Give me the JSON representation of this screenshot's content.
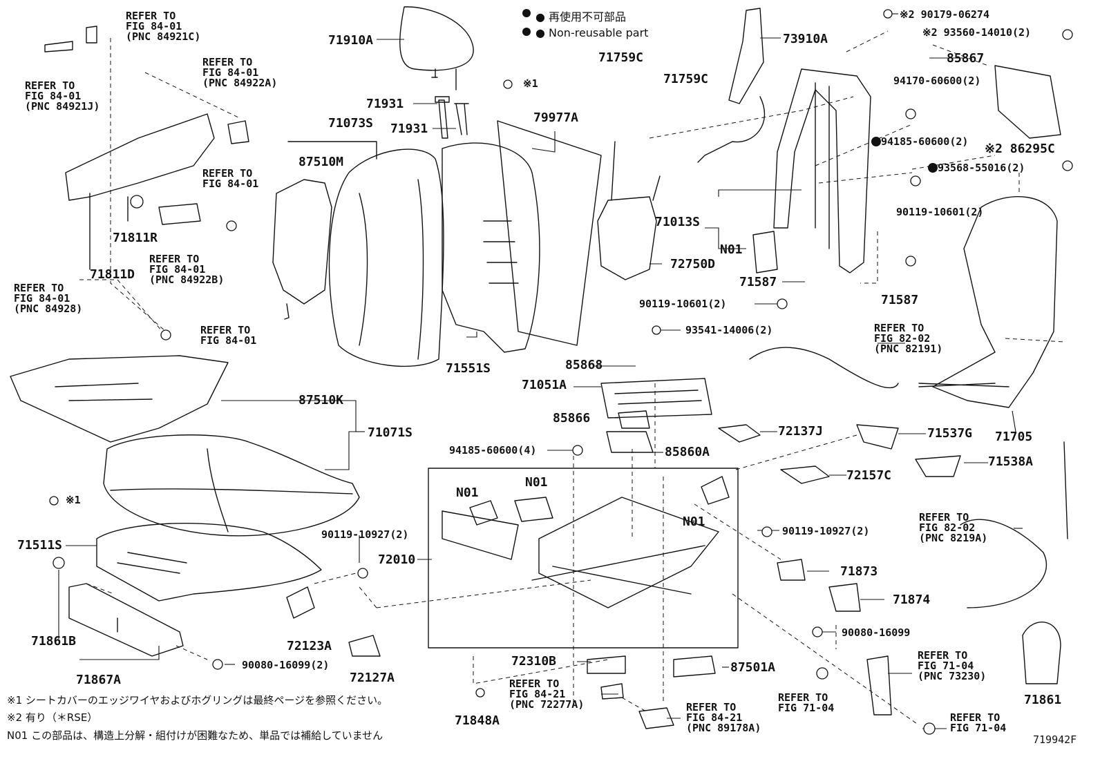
{
  "legend": {
    "jp": "● 再使用不可部品",
    "en": "● Non-reusable part"
  },
  "figure_id": "719942F",
  "refs": {
    "r1": "REFER TO\nFIG 84-01\n(PNC 84921C)",
    "r2": "REFER TO\nFIG 84-01\n(PNC 84921J)",
    "r3": "REFER TO\nFIG 84-01\n(PNC 84922A)",
    "r4": "REFER TO\nFIG 84-01",
    "r5": "REFER TO\nFIG 84-01\n(PNC 84922B)",
    "r6": "REFER TO\nFIG 84-01\n(PNC 84928)",
    "r7": "REFER TO\nFIG 84-01",
    "r8": "REFER TO\nFIG 82-02\n(PNC 82191)",
    "r9": "REFER TO\nFIG 82-02\n(PNC 8219A)",
    "r10": "REFER TO\nFIG 71-04\n(PNC 73230)",
    "r11": "REFER TO\nFIG 71-04",
    "r12": "REFER TO\nFIG 71-04",
    "r13": "REFER TO\nFIG 84-21\n(PNC 72277A)",
    "r14": "REFER TO\nFIG 84-21\n(PNC 89178A)"
  },
  "parts": {
    "p71910A": "71910A",
    "p71931a": "71931",
    "p71931b": "71931",
    "p71073S": "71073S",
    "p87510M": "87510M",
    "p79977A": "79977A",
    "p71759Ca": "71759C",
    "p71759Cb": "71759C",
    "p73910A": "73910A",
    "p90179": "※2 90179-06274",
    "p93560": "※2 93560-14010(2)",
    "p85867": "85867",
    "p94170": "94170-60600(2)",
    "p94185a": "94185-60600(2)",
    "p86295C": "※2 86295C",
    "p93568": "93568-55016(2)",
    "p90119a": "90119-10601(2)",
    "p71013S": "71013S",
    "pN01a": "N01",
    "p72750D": "72750D",
    "p71587a": "71587",
    "p71587b": "71587",
    "p90119b": "90119-10601(2)",
    "p93541": "93541-14006(2)",
    "p71811R": "71811R",
    "p71811D": "71811D",
    "p71551S": "71551S",
    "p85868": "85868",
    "p71051A": "71051A",
    "p85866": "85866",
    "p85860A": "85860A",
    "p72137J": "72137J",
    "p71537G": "71537G",
    "p71705": "71705",
    "p71538A": "71538A",
    "p72157C": "72157C",
    "p94185b": "94185-60600(4)",
    "p87510K": "87510K",
    "p71071S": "71071S",
    "p71511S": "71511S",
    "pN01b": "N01",
    "pN01c": "N01",
    "pN01d": "N01",
    "p90119c": "90119-10927(2)",
    "p90119d": "90119-10927(2)",
    "p72010": "72010",
    "p71873": "71873",
    "p71874": "71874",
    "p90080a": "90080-16099",
    "p90080b": "90080-16099(2)",
    "p71861B": "71861B",
    "p71867A": "71867A",
    "p72123A": "72123A",
    "p72127A": "72127A",
    "p72310B": "72310B",
    "p87501A": "87501A",
    "p71848A": "71848A",
    "p71861": "71861",
    "x1a": "※1",
    "x1b": "※1"
  },
  "notes": {
    "n1": "※1  シートカバーのエッジワイヤおよびホグリングは最終ページを参照ください。",
    "n2": "※2  有り（＊RSE）",
    "n3": "N01  この部品は、構造上分解・組付けが困難なため、単品では補給していません"
  }
}
